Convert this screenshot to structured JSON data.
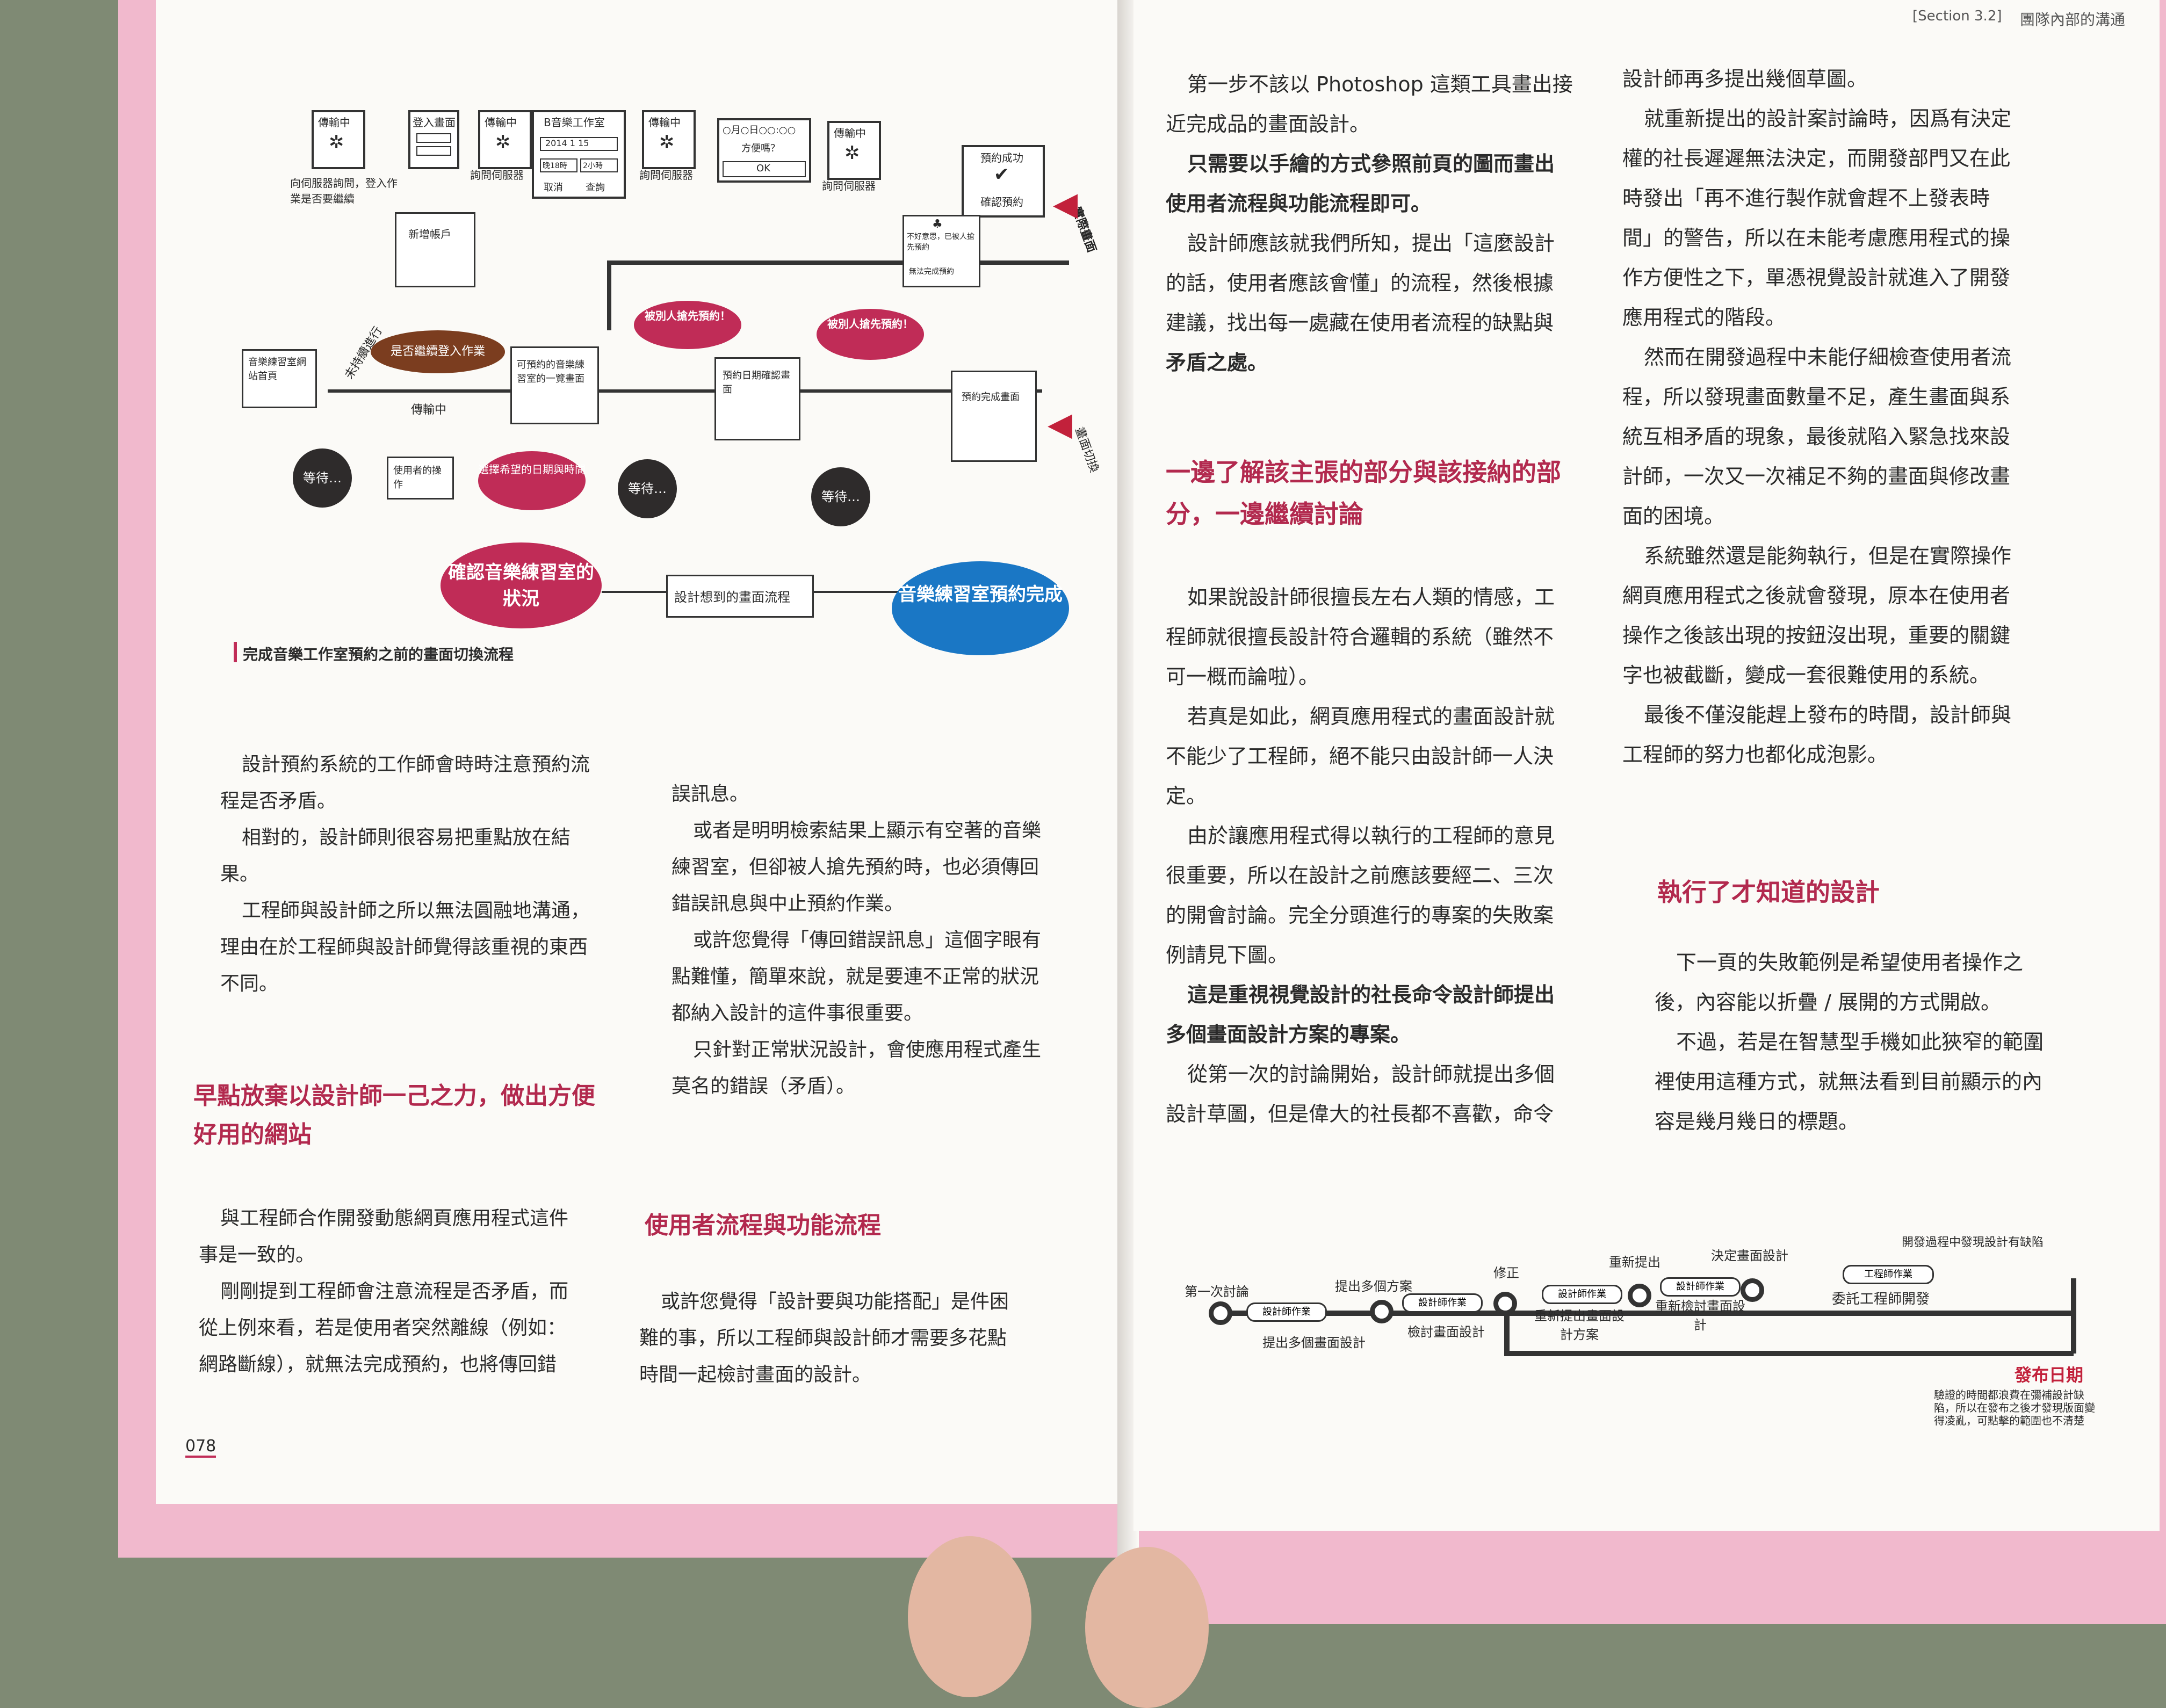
{
  "header": {
    "section": "[Section 3.2]",
    "title": "團隊內部的溝通"
  },
  "left_page": {
    "page_number": "078",
    "figure": {
      "caption": "完成音樂工作室預約之前的畫面切換流程",
      "screens": {
        "transmitting_1": "傳輸中",
        "login": "登入畫面",
        "transmitting_2": "傳輸中",
        "studio_b": "B音樂工作室",
        "studio_date": "2014 1 15",
        "studio_time_1": "晚18時",
        "studio_time_2": "2小時",
        "studio_cancel": "取消",
        "studio_search": "查詢",
        "transmitting_3": "傳輸中",
        "confirm_dialog": "○月○日○○:○○",
        "confirm_question": "方便嗎？",
        "ok": "OK",
        "transmitting_4": "傳輸中",
        "booking_success": "預約成功",
        "confirm_booking": "確認預約"
      },
      "notes": {
        "ask_server_login": "向伺服器詢問，登入作業是否要繼續",
        "ask_server_1": "詢問伺服器",
        "ask_server_2": "詢問伺服器",
        "ask_server_3": "詢問伺服器",
        "not_logged_in": "未持續進行",
        "transmitting_arrow": "傳輸中",
        "sorry_taken": "不好意思，已被人搶先預約",
        "cannot_complete": "無法完成預約"
      },
      "nodes": {
        "new_account": "新增帳戶",
        "home": "音樂練習室網站首頁",
        "continue_login": "是否繼續登入作業",
        "available_list": "可預約的音樂練習室的一覽畫面",
        "date_confirm": "預約日期確認畫面",
        "booking_done_screen": "預約完成畫面",
        "taken_1": "被別人搶先預約！",
        "taken_2": "被別人搶先預約！",
        "wait_1": "等待…",
        "user_action": "使用者的操作",
        "select_date": "選擇希望的日期與時間",
        "wait_2": "等待…",
        "wait_3": "等待…",
        "check_status": "確認音樂練習室的狀況",
        "designer_flow": "設計想到的畫面流程",
        "booking_complete": "音樂練習室預約完成",
        "real_world": "實際畫面",
        "screen_switch": "畫面切換"
      }
    },
    "col1": [
      "設計預約系統的工作師會時時注意預約流",
      "程是否矛盾。",
      "相對的，設計師則很容易把重點放在結",
      "果。",
      "工程師與設計師之所以無法圓融地溝通，",
      "理由在於工程師與設計師覺得該重視的東西",
      "不同。"
    ],
    "heading1": [
      "早點放棄以設計師一己之力，做出方便",
      "好用的網站"
    ],
    "col1b": [
      "與工程師合作開發動態網頁應用程式這件",
      "事是一致的。",
      "剛剛提到工程師會注意流程是否矛盾，而",
      "從上例來看，若是使用者突然離線（例如：",
      "網路斷線），就無法完成預約，也將傳回錯"
    ],
    "col2": [
      "誤訊息。",
      "或者是明明檢索結果上顯示有空著的音樂",
      "練習室，但卻被人搶先預約時，也必須傳回",
      "錯誤訊息與中止預約作業。",
      "或許您覺得「傳回錯誤訊息」這個字眼有",
      "點難懂，簡單來說，就是要連不正常的狀況",
      "都納入設計的這件事很重要。",
      "只針對正常狀況設計，會使應用程式產生",
      "莫名的錯誤（矛盾）。"
    ],
    "heading2": "使用者流程與功能流程",
    "col2b": [
      "或許您覺得「設計要與功能搭配」是件困",
      "難的事，所以工程師與設計師才需要多花點",
      "時間一起檢討畫面的設計。"
    ]
  },
  "right_page": {
    "col3": [
      "第一步不該以 Photoshop 這類工具畫出接",
      "近完成品的畫面設計。",
      "只需要以手繪的方式參照前頁的圖而畫出",
      "使用者流程與功能流程即可。",
      "設計師應該就我們所知，提出「這麼設計",
      "的話，使用者應該會懂」的流程，然後根據",
      "建議，找出每一處藏在使用者流程的缺點與",
      "矛盾之處。"
    ],
    "heading3": [
      "一邊了解該主張的部分與該接納的部",
      "分，一邊繼續討論"
    ],
    "col3b": [
      "如果說設計師很擅長左右人類的情感，工",
      "程師就很擅長設計符合邏輯的系統（雖然不",
      "可一概而論啦）。",
      "若真是如此，網頁應用程式的畫面設計就",
      "不能少了工程師，絕不能只由設計師一人決",
      "定。",
      "由於讓應用程式得以執行的工程師的意見",
      "很重要，所以在設計之前應該要經二、三次",
      "的開會討論。完全分頭進行的專案的失敗案",
      "例請見下圖。",
      "這是重視視覺設計的社長命令設計師提出",
      "多個畫面設計方案的專案。",
      "從第一次的討論開始，設計師就提出多個",
      "設計草圖，但是偉大的社長都不喜歡，命令"
    ],
    "col4": [
      "設計師再多提出幾個草圖。",
      "就重新提出的設計案討論時，因爲有決定",
      "權的社長遲遲無法決定，而開發部門又在此",
      "時發出「再不進行製作就會趕不上發表時",
      "間」的警告，所以在未能考慮應用程式的操",
      "作方便性之下，單憑視覺設計就進入了開發",
      "應用程式的階段。",
      "然而在開發過程中未能仔細檢查使用者流",
      "程，所以發現畫面數量不足，產生畫面與系",
      "統互相矛盾的現象，最後就陷入緊急找來設",
      "計師，一次又一次補足不夠的畫面與修改畫",
      "面的困境。",
      "系統雖然還是能夠執行，但是在實際操作",
      "網頁應用程式之後就會發現，原本在使用者",
      "操作之後該出現的按鈕沒出現，重要的關鍵",
      "字也被截斷，變成一套很難使用的系統。",
      "最後不僅沒能趕上發布的時間，設計師與",
      "工程師的努力也都化成泡影。"
    ],
    "heading4": "執行了才知道的設計",
    "col4b": [
      "下一頁的失敗範例是希望使用者操作之",
      "後，內容能以折疊 / 展開的方式開啟。",
      "不過，若是在智慧型手機如此狹窄的範圍",
      "裡使用這種方式，就無法看到目前顯示的內",
      "容是幾月幾日的標題。"
    ],
    "timeline": {
      "first_meeting": "第一次討論",
      "propose_multiple": "提出多個方案",
      "revise": "修正",
      "resubmit": "重新提出",
      "decide_design": "決定畫面設計",
      "defect_found": "開發過程中發現設計有缺陷",
      "designer_work_1": "設計師作業",
      "designer_work_2": "設計師作業",
      "designer_work_3": "設計師作業",
      "designer_work_4": "設計師作業",
      "engineer_work": "工程師作業",
      "propose_designs": "提出多個畫面設計",
      "review_design": "檢討畫面設計",
      "resubmit_design": "重新提出畫面設計方案",
      "re_review": "重新檢討畫面設計",
      "outsource_dev": "委託工程師開發",
      "release_date": "發布日期",
      "release_note": "驗證的時間都浪費在彌補設計缺陷，所以在發布之後才發現版面變得凌亂，可點擊的範圍也不清楚"
    }
  }
}
